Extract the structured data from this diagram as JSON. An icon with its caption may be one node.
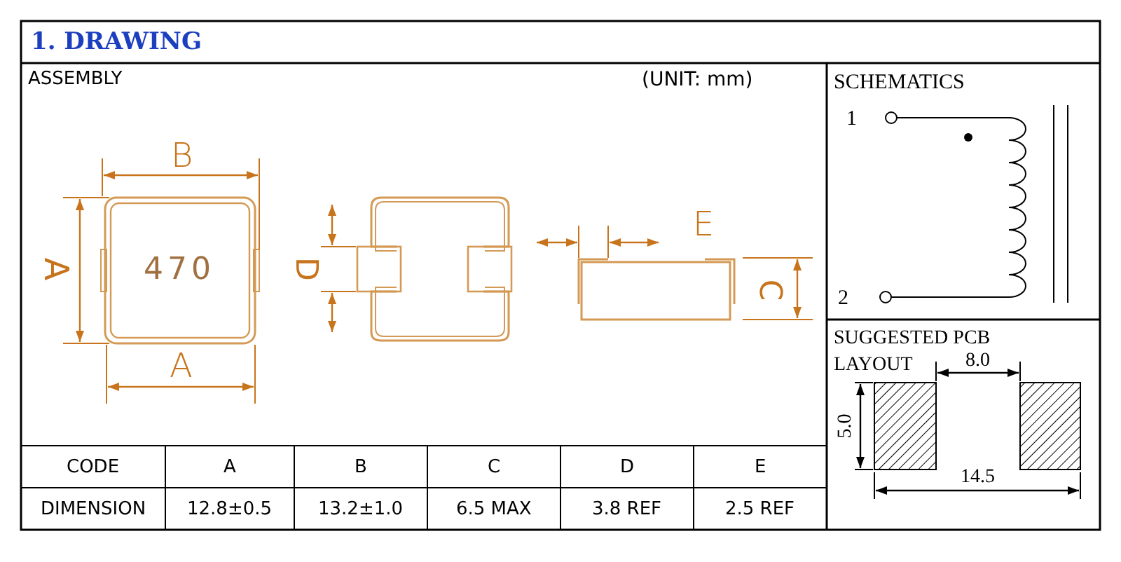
{
  "diagram": {
    "title": "1. DRAWING",
    "labels": [
      "ASSEMBLY",
      "(UNIT: mm)",
      "SCHEMATICS",
      "B",
      "1",
      "E",
      "A",
      "470",
      "D",
      "C",
      "2",
      "A",
      "SUGGESTED PCB LAYOUT",
      "8.0",
      "5.0",
      "14.5",
      "CODE",
      "A",
      "B",
      "C",
      "D",
      "E",
      "DIMENSION",
      "12.8±0.5",
      "13.2±1.0",
      "6.5 MAX",
      "3.8 REF",
      "2.5 REF"
    ]
  }
}
